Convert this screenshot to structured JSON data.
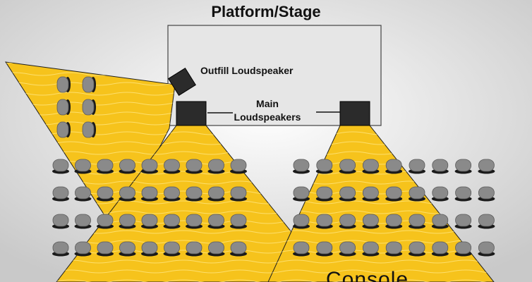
{
  "title": "Platform/Stage",
  "labels": {
    "outfill": "Outfill Loudspeaker",
    "main_line1": "Main",
    "main_line2": "Loudspeakers",
    "console": "Console"
  },
  "colors": {
    "background": "#c9c9c9",
    "stage": "#e6e6e6",
    "coverage": "#f6c31c",
    "coverage_edge": "#1e1e1e",
    "speaker": "#2b2b2b",
    "seat": "#8a8a8a",
    "seat_shadow": "#1a1a1a"
  },
  "seating": {
    "left_block_columns": 9,
    "right_block_columns": 9,
    "rows": 4,
    "side_block_columns": 2,
    "side_block_rows": 3
  }
}
